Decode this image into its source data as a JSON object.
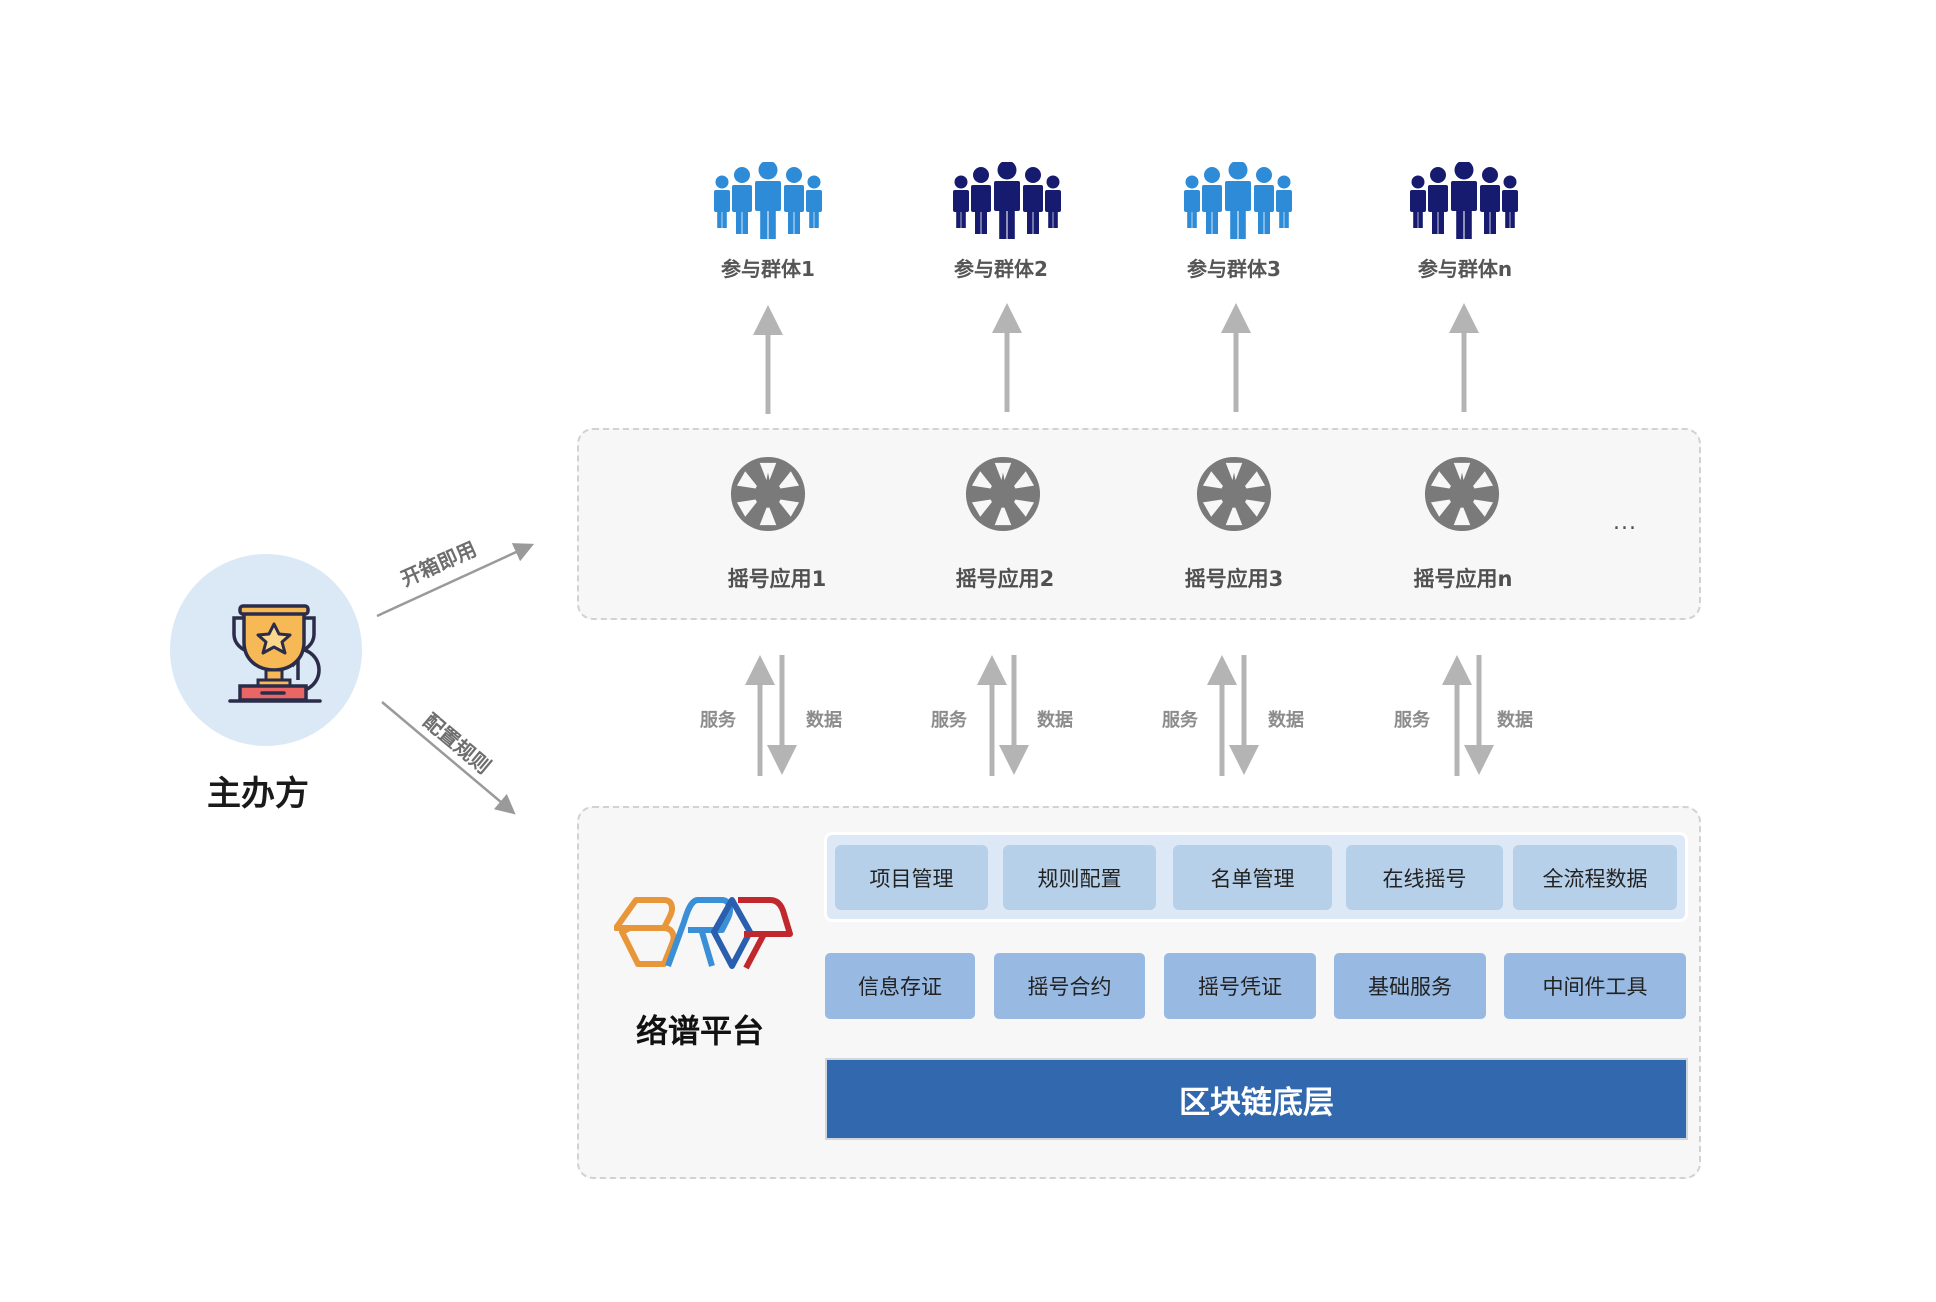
{
  "participant_groups": [
    {
      "label": "参与群体1",
      "icon": "people-group-icon",
      "color": "#2d8bd8"
    },
    {
      "label": "参与群体2",
      "icon": "people-group-icon",
      "color": "#161b6f"
    },
    {
      "label": "参与群体3",
      "icon": "people-group-icon",
      "color": "#2d8bd8"
    },
    {
      "label": "参与群体n",
      "icon": "people-group-icon",
      "color": "#161b6f"
    }
  ],
  "apps": {
    "items": [
      {
        "label": "摇号应用1",
        "icon": "lottery-wheel-icon"
      },
      {
        "label": "摇号应用2",
        "icon": "lottery-wheel-icon"
      },
      {
        "label": "摇号应用3",
        "icon": "lottery-wheel-icon"
      },
      {
        "label": "摇号应用n",
        "icon": "lottery-wheel-icon"
      }
    ],
    "more": "..."
  },
  "flows": [
    {
      "up": "服务",
      "down": "数据"
    },
    {
      "up": "服务",
      "down": "数据"
    },
    {
      "up": "服务",
      "down": "数据"
    },
    {
      "up": "服务",
      "down": "数据"
    }
  ],
  "organizer": {
    "label": "主办方",
    "icon": "trophy-icon",
    "to_apps": "开箱即用",
    "to_platform": "配置规则"
  },
  "platform": {
    "name": "络谱平台",
    "logo": "BROP",
    "business_modules": [
      "项目管理",
      "规则配置",
      "名单管理",
      "在线摇号",
      "全流程数据"
    ],
    "base_services": [
      "信息存证",
      "摇号合约",
      "摇号凭证",
      "基础服务",
      "中间件工具"
    ],
    "foundation": "区块链底层"
  },
  "colors": {
    "arrow": "#b4b4b4",
    "module_bg": "#b7d0ea",
    "service_bg": "#98bae2",
    "chain_bg": "#3168ae",
    "logo_orange": "#e8963a",
    "logo_blue": "#3a8fd6",
    "logo_dark_blue": "#2a5eae",
    "logo_red": "#c0282d"
  }
}
